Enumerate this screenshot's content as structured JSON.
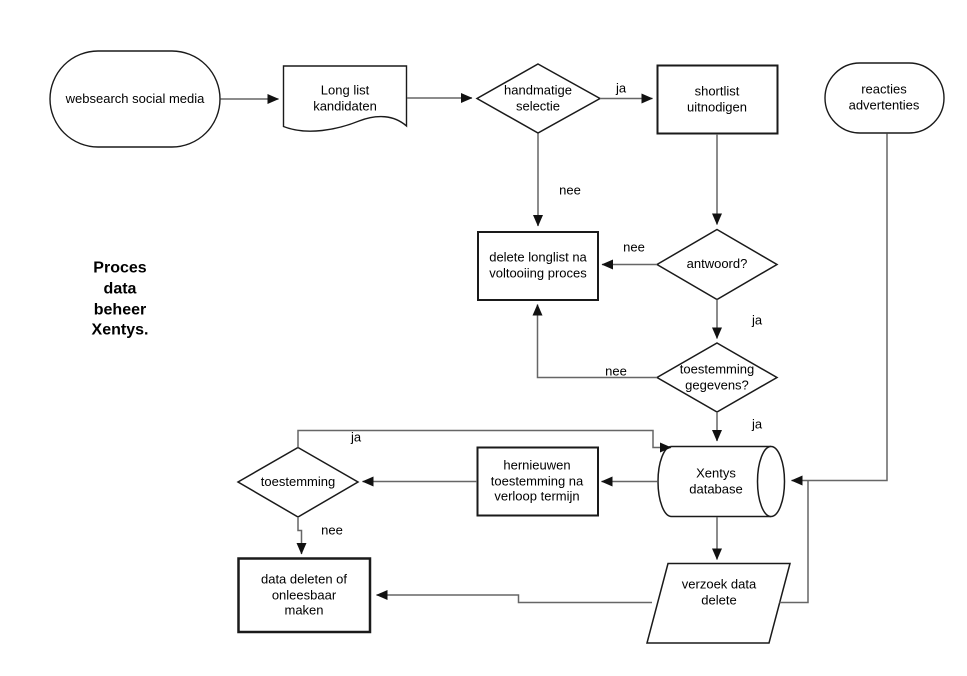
{
  "title_lines": [
    "Proces",
    "data",
    "beheer",
    "Xentys."
  ],
  "nodes": {
    "websearch": {
      "shape": "stadium",
      "lines": [
        "websearch social media"
      ]
    },
    "longlist": {
      "shape": "document",
      "lines": [
        "Long list",
        "kandidaten"
      ]
    },
    "handmatige_selectie": {
      "shape": "decision",
      "lines": [
        "handmatige",
        "selectie"
      ]
    },
    "shortlist": {
      "shape": "process",
      "lines": [
        "shortlist",
        "uitnodigen"
      ]
    },
    "reacties": {
      "shape": "stadium",
      "lines": [
        "reacties",
        "advertenties"
      ]
    },
    "delete_longlist": {
      "shape": "process",
      "lines": [
        "delete longlist na",
        "voltooiing proces"
      ]
    },
    "antwoord": {
      "shape": "decision",
      "lines": [
        "antwoord?"
      ]
    },
    "toestemming_gegevens": {
      "shape": "decision",
      "lines": [
        "toestemming",
        "gegevens?"
      ]
    },
    "xentys_database": {
      "shape": "direct-storage",
      "lines": [
        "Xentys",
        "database"
      ]
    },
    "hernieuwen": {
      "shape": "process",
      "lines": [
        "hernieuwen",
        "toestemming na",
        "verloop termijn"
      ]
    },
    "toestemming": {
      "shape": "decision",
      "lines": [
        "toestemming"
      ]
    },
    "data_deleten": {
      "shape": "process",
      "lines": [
        "data deleten of",
        "onleesbaar",
        "maken"
      ]
    },
    "verzoek_data_delete": {
      "shape": "parallelogram",
      "lines": [
        "verzoek data",
        "delete"
      ]
    }
  },
  "edge_labels": {
    "ja_selectie": "ja",
    "nee_selectie": "nee",
    "nee_antwoord": "nee",
    "ja_antwoord": "ja",
    "nee_toestemming_gegevens": "nee",
    "ja_toestemming_gegevens": "ja",
    "ja_toestemming": "ja",
    "nee_toestemming": "nee"
  },
  "colors": {
    "background": "#ffffff",
    "shape_border": "#1a1a1a",
    "connector": "#666666",
    "arrowhead": "#111111",
    "text": "#000000"
  }
}
